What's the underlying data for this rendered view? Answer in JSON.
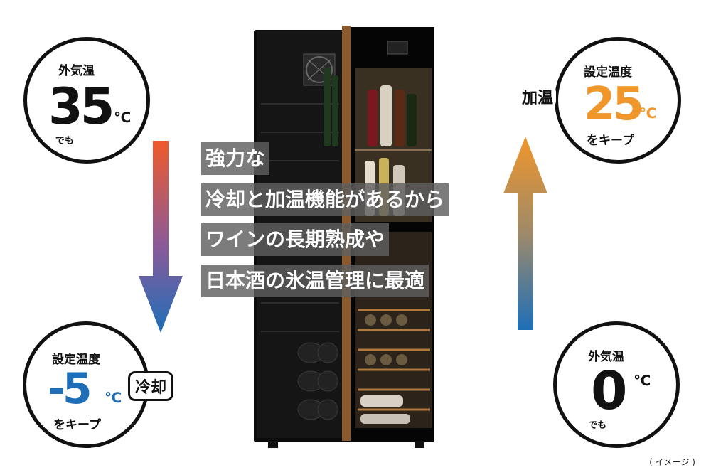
{
  "top_left": {
    "label": "外気温",
    "value": "35",
    "unit": "℃",
    "note": "でも"
  },
  "top_right": {
    "label": "設定温度",
    "mode": "加温",
    "value": "25",
    "unit": "℃",
    "note": "をキープ"
  },
  "bottom_left": {
    "label": "設定温度",
    "mode": "冷却",
    "value": "-5",
    "unit": "℃",
    "note": "をキープ"
  },
  "bottom_right": {
    "label": "外気温",
    "value": "0",
    "unit": "℃",
    "note": "でも"
  },
  "captions": [
    "強力な",
    "冷却と加温機能があるから",
    "ワインの長期熟成や",
    "日本酒の氷温管理に最適"
  ],
  "image_note": "( イメージ )",
  "colors": {
    "heat": "#F0962A",
    "cool": "#1E6FB8",
    "arrow_down_top": "#F05A2A",
    "arrow_up_top": "#F0962A"
  },
  "icons": [
    "wine-cellar-illustration",
    "arrow-down-icon",
    "arrow-up-icon"
  ]
}
